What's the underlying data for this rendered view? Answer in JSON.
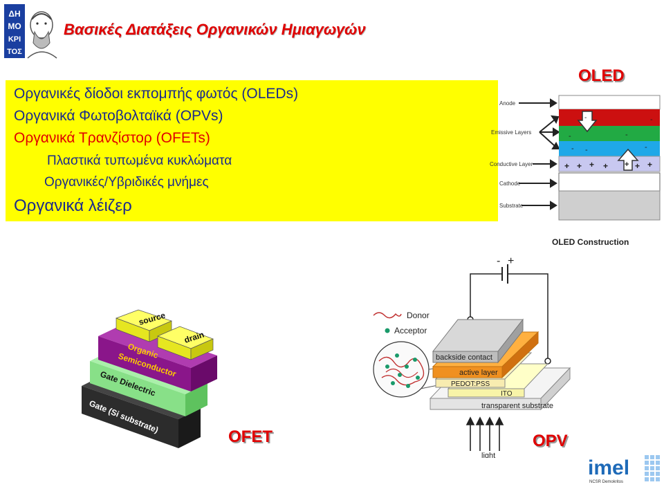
{
  "header": {
    "title": "Βασικές Διατάξεις Οργανικών Ημιαγωγών",
    "logo_text": [
      "ΔΗ",
      "ΜΟ",
      "ΚΡΙ",
      "ΤΟΣ"
    ]
  },
  "topics": [
    "Οργανικές δίοδοι εκπομπής φωτός (OLEDs)",
    "Οργανικά Φωτοβολταϊκά (OPVs)",
    "Οργανικά Τρανζίστορ (OFETs)",
    "Πλαστικά τυπωμένα κυκλώματα",
    "Οργανικές/Υβριδικές μνήμες",
    "Οργανικά λέιζερ"
  ],
  "oled": {
    "label": "OLED",
    "layers": {
      "anode": "Anode",
      "emissive": "Emissive Layers",
      "conductive": "Conductive Layer",
      "cathode": "Cathode",
      "substrate": "Substrate"
    },
    "caption": "OLED Construction"
  },
  "ofet": {
    "label": "OFET",
    "source": "source",
    "drain": "drain",
    "semiconductor": [
      "Organic",
      "Semiconductor"
    ],
    "dielectric": "Gate Dielectric",
    "gate": "Gate (Si substrate)"
  },
  "opv": {
    "label": "OPV",
    "polarity_minus": "-",
    "polarity_plus": "+",
    "donor": "Donor",
    "acceptor": "Acceptor",
    "backside": "backside contact",
    "active": "active layer",
    "pedot": "PEDOT:PSS",
    "ito": "ITO",
    "substrate": "transparent substrate",
    "light": "light"
  },
  "footer": {
    "logo_text": "imel",
    "logo_subtext": "NCSR Demokritos"
  },
  "colors": {
    "title_red": "#e00000",
    "text_blue": "#1a2a8c",
    "box_yellow": "#ffff00"
  }
}
